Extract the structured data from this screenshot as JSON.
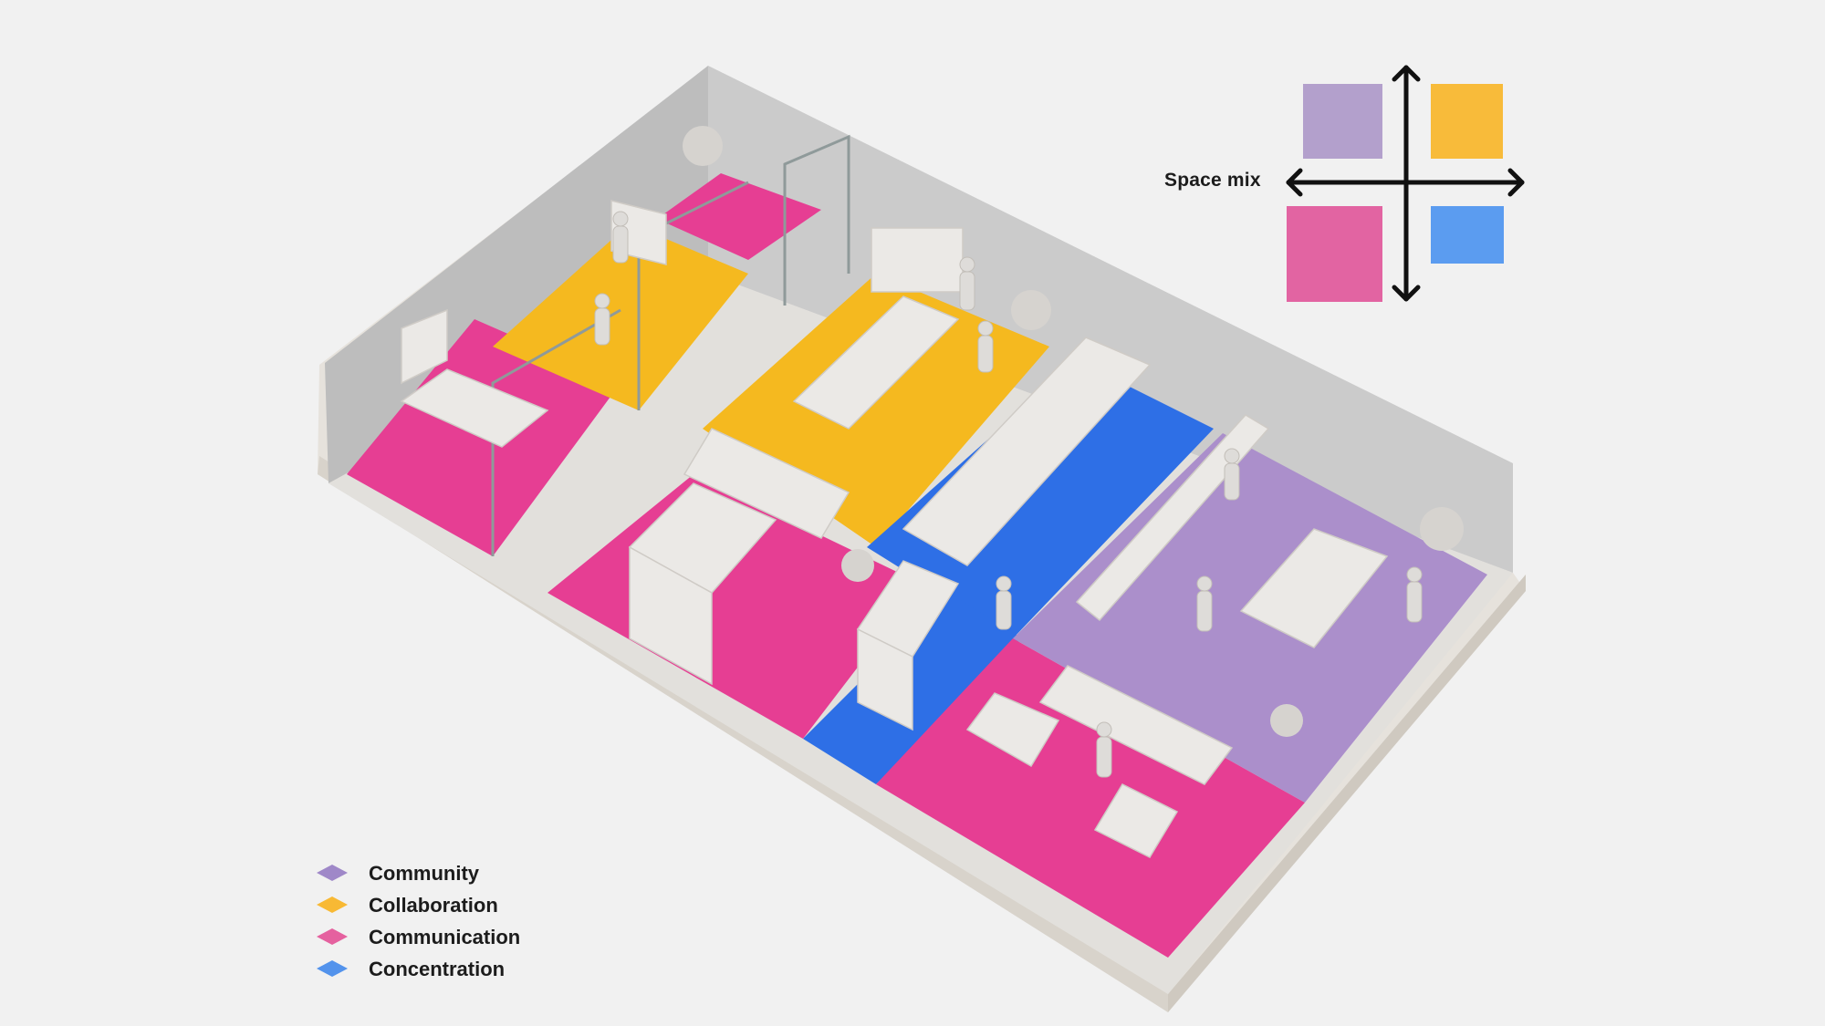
{
  "space_mix": {
    "title": "Space mix",
    "quadrants": [
      {
        "position": "top-left",
        "zone": "Community",
        "color": "#b3a0cc"
      },
      {
        "position": "top-right",
        "zone": "Collaboration",
        "color": "#f8bb3a"
      },
      {
        "position": "bottom-left",
        "zone": "Communication",
        "color": "#e264a2"
      },
      {
        "position": "bottom-right",
        "zone": "Concentration",
        "color": "#5b9cf0"
      }
    ]
  },
  "legend": {
    "items": [
      {
        "label": "Community",
        "color": "#9f88c8"
      },
      {
        "label": "Collaboration",
        "color": "#f8b934"
      },
      {
        "label": "Communication",
        "color": "#e5619f"
      },
      {
        "label": "Concentration",
        "color": "#5393ec"
      }
    ]
  },
  "floor_colors": {
    "community": "#ab8fcb",
    "collaboration": "#f5b91f",
    "communication": "#e63e93",
    "concentration": "#2e6fe6",
    "wall": "#b9b9b9",
    "furniture": "#e7e5e2"
  }
}
